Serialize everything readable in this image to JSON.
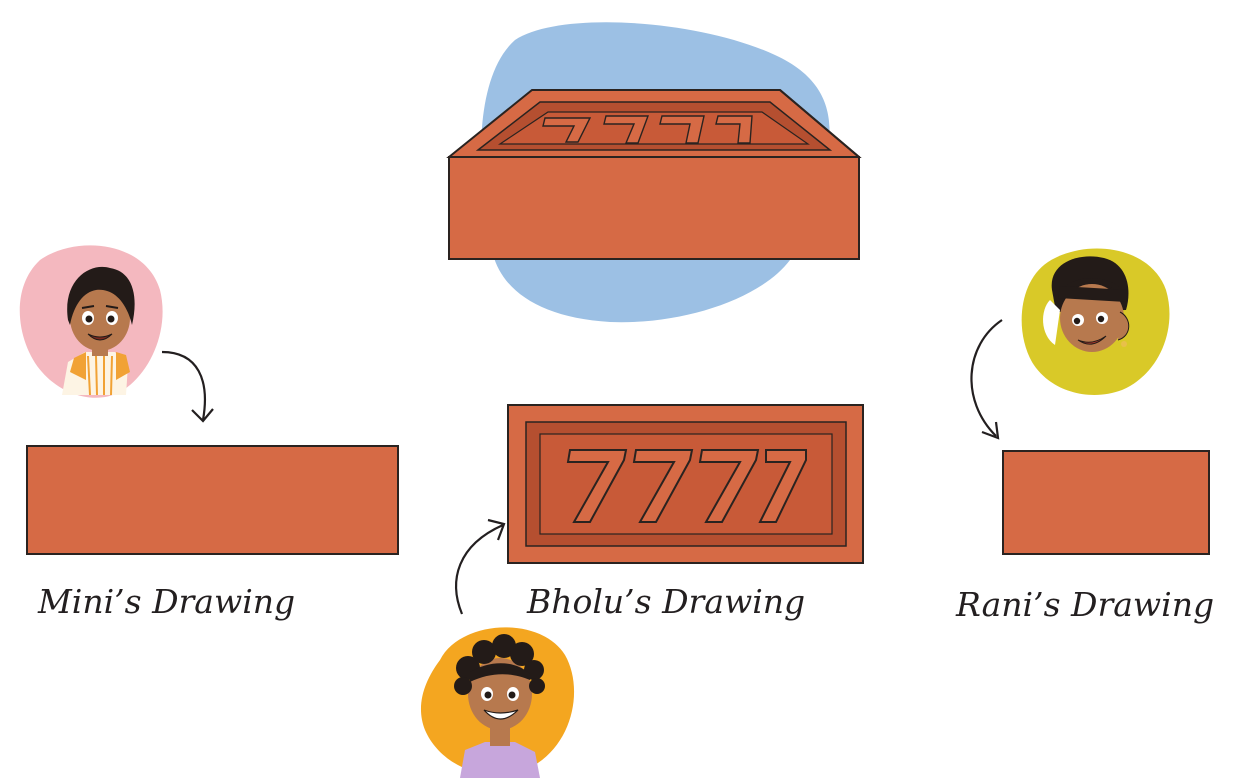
{
  "captions": {
    "mini": "Mini’s Drawing",
    "bholu": "Bholu’s Drawing",
    "rani": "Rani’s Drawing"
  },
  "brick": {
    "embossed_number": "7777"
  },
  "colors": {
    "brick": "#d66a45",
    "brick_dark": "#b54f30",
    "brick_inner": "#c85a38",
    "outline": "#2a2320",
    "blob_blue": "#9cc0e4",
    "blob_pink": "#f4b8bf",
    "blob_yellow": "#d9c928",
    "blob_orange": "#f4a620",
    "skin": "#b7794e",
    "hair": "#231b18"
  },
  "icons": {
    "mini_avatar": "girl-face-icon",
    "bholu_avatar": "boy-face-icon",
    "rani_avatar": "girl-face-icon",
    "arrows": "curved-arrow-icon"
  }
}
